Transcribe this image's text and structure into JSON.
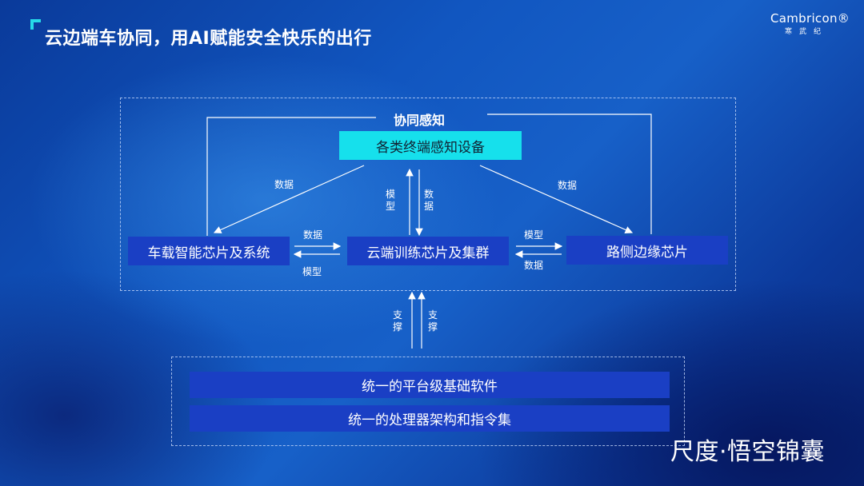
{
  "header": {
    "title": "云边端车协同，用AI赋能安全快乐的出行",
    "logo_main": "Cambricon®",
    "logo_sub": "寒武纪"
  },
  "diagram": {
    "section_title": "协同感知",
    "nodes": {
      "terminal": "各类终端感知设备",
      "vehicle": "车载智能芯片及系统",
      "cloud": "云端训练芯片及集群",
      "roadside": "路侧边缘芯片"
    },
    "edge_labels": {
      "terminal_to_vehicle": "数据",
      "terminal_to_roadside": "数据",
      "cloud_to_terminal": "模型",
      "terminal_to_cloud": "数据",
      "vehicle_to_cloud": "数据",
      "cloud_to_vehicle": "模型",
      "cloud_to_roadside": "模型",
      "roadside_to_cloud": "数据",
      "support_left": "支撑",
      "support_right": "支撑"
    },
    "foundation": {
      "layer1": "统一的平台级基础软件",
      "layer2": "统一的处理器架构和指令集"
    }
  },
  "footer": {
    "brand": "尺度·悟空锦囊"
  },
  "colors": {
    "accent_cyan": "#16e0ec",
    "box_blue": "#1a3fc4",
    "bg_blue": "#1156c0"
  }
}
